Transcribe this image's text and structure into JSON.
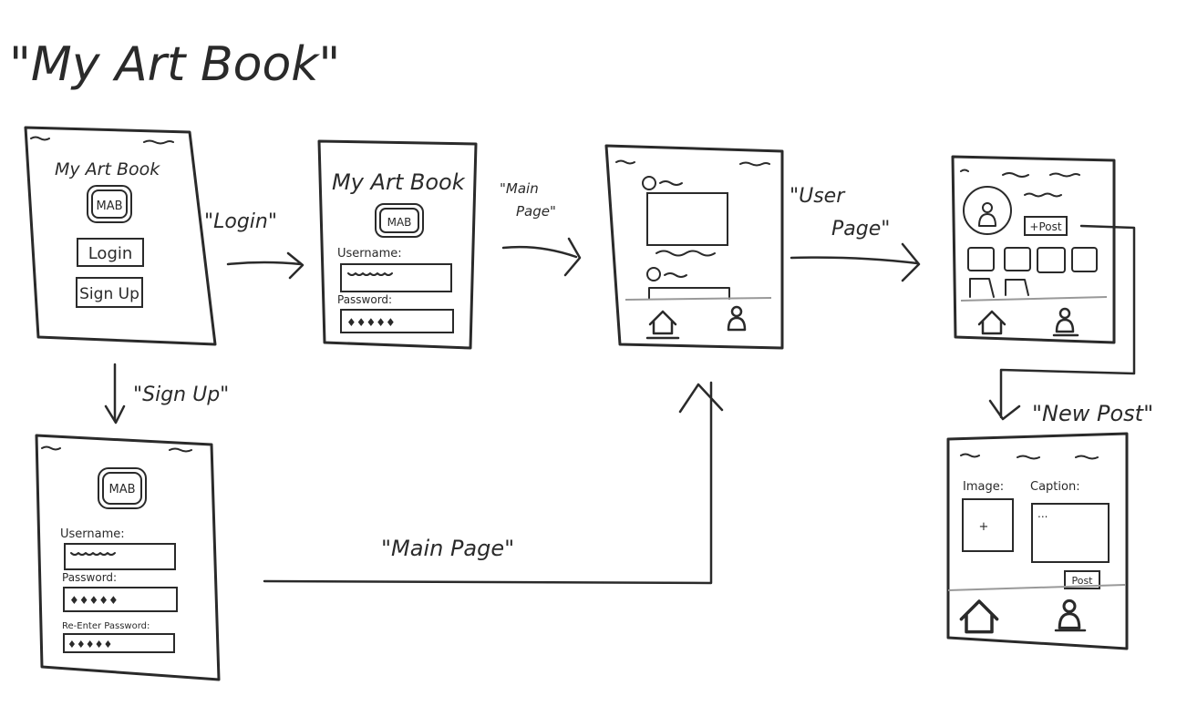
{
  "title": "\"My Art Book\"",
  "screens": {
    "start": {
      "app_title": "My Art Book",
      "logo": "MAB",
      "login_button": "Login",
      "signup_button": "Sign Up"
    },
    "login": {
      "app_title": "My Art Book",
      "logo": "MAB",
      "username_label": "Username:",
      "password_label": "Password:",
      "password_value": "♦♦♦♦♦"
    },
    "signup": {
      "logo": "MAB",
      "username_label": "Username:",
      "password_label": "Password:",
      "password_value": "♦♦♦♦♦",
      "reenter_label": "Re-Enter Password:",
      "reenter_value": "♦♦♦♦♦"
    },
    "main": {},
    "user": {
      "post_button": "+Post"
    },
    "new_post": {
      "image_label": "Image:",
      "caption_label": "Caption:",
      "add_image": "+",
      "caption_placeholder": "...",
      "post_button": "Post"
    }
  },
  "transitions": {
    "login": "\"Login\"",
    "main_page_1": "\"Main",
    "main_page_2": "Page\"",
    "user_page_1": "\"User",
    "user_page_2": "Page\"",
    "signup": "\"Sign Up\"",
    "main_page_bottom": "\"Main Page\"",
    "new_post": "\"New Post\""
  },
  "icons": {
    "home": "home-icon",
    "user": "user-icon",
    "arrow": "arrow-icon"
  }
}
